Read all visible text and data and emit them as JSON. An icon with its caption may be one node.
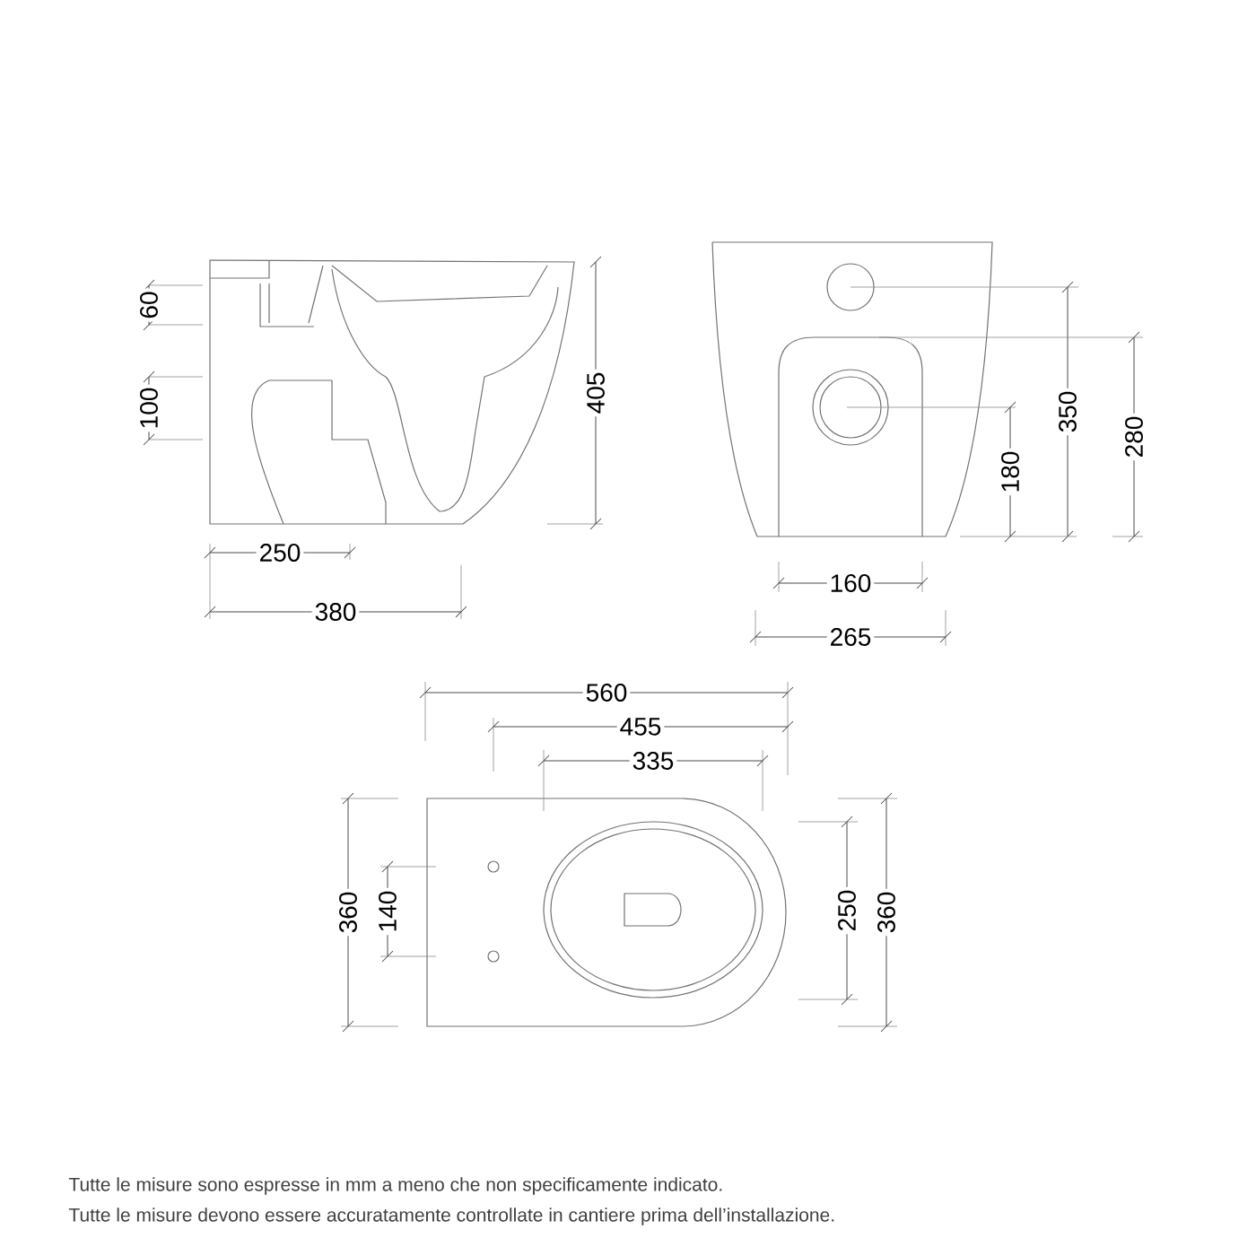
{
  "diagram": {
    "labels": [
      "60",
      "100",
      "405",
      "250",
      "380",
      "350",
      "280",
      "180",
      "160",
      "265",
      "560",
      "455",
      "335",
      "360",
      "140",
      "250",
      "360",
      "Tutte le misure sono espresse in mm a meno che non specificamente indicato.",
      "Tutte le misure devono essere accuratamente controllate in cantiere prima dell’installazione."
    ]
  }
}
